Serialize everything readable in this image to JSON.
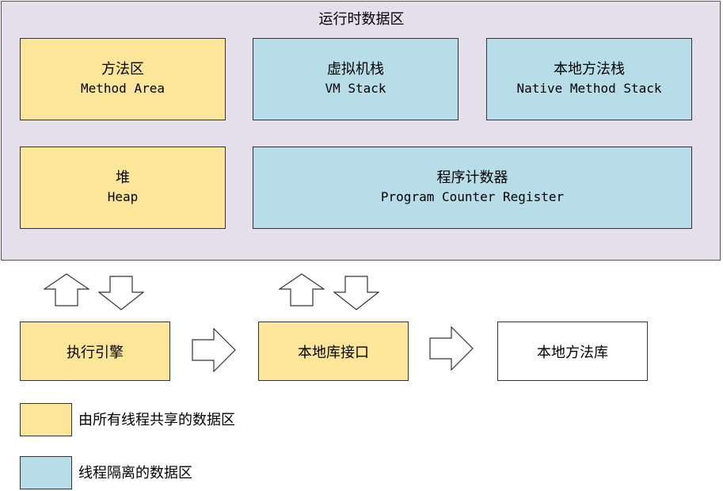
{
  "region": {
    "title": "运行时数据区"
  },
  "areas": {
    "method_area": {
      "zh": "方法区",
      "en": "Method Area"
    },
    "vm_stack": {
      "zh": "虚拟机栈",
      "en": "VM Stack"
    },
    "native_stack": {
      "zh": "本地方法栈",
      "en": "Native Method Stack"
    },
    "heap": {
      "zh": "堆",
      "en": "Heap"
    },
    "pc_register": {
      "zh": "程序计数器",
      "en": "Program Counter Register"
    }
  },
  "components": {
    "engine": "执行引擎",
    "native_interface": "本地库接口",
    "native_library": "本地方法库"
  },
  "legend": {
    "shared": "由所有线程共享的数据区",
    "isolated": "线程隔离的数据区"
  },
  "colors": {
    "shared": "#fde599",
    "isolated": "#b7dde8",
    "region": "#e5dfec"
  }
}
